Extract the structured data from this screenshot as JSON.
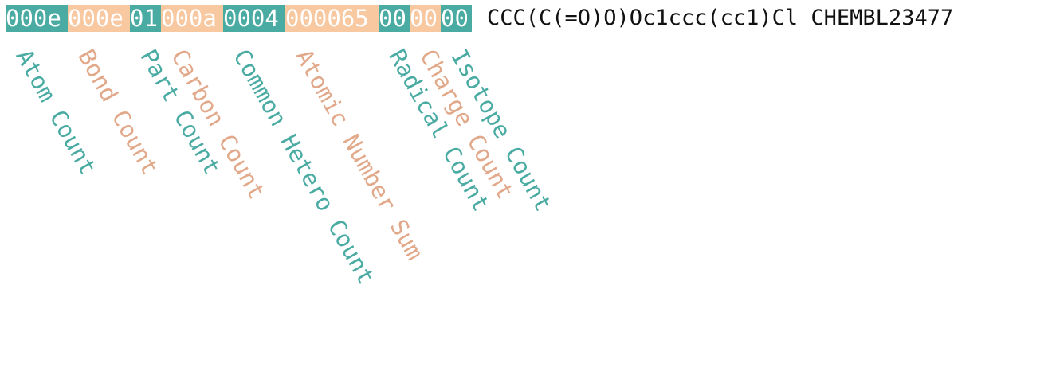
{
  "colors": {
    "teal": "#4aaba3",
    "peach": "#f8c8a0",
    "teal_text": "#4aaba3",
    "peach_text": "#e2a88a"
  },
  "segments": [
    {
      "text": "000e",
      "color": "teal"
    },
    {
      "text": "000e",
      "color": "peach"
    },
    {
      "text": "01",
      "color": "teal"
    },
    {
      "text": "000a",
      "color": "peach"
    },
    {
      "text": "0004",
      "color": "teal"
    },
    {
      "text": "000065",
      "color": "peach"
    },
    {
      "text": "00",
      "color": "teal"
    },
    {
      "text": "00",
      "color": "peach"
    },
    {
      "text": "00",
      "color": "teal"
    }
  ],
  "smiles": "CCC(C(=O)O)Oc1ccc(cc1)Cl",
  "chembl_id": "CHEMBL23477",
  "labels": [
    {
      "text": "Atom Count",
      "color": "teal_text"
    },
    {
      "text": "Bond Count",
      "color": "peach_text"
    },
    {
      "text": "Part Count",
      "color": "teal_text"
    },
    {
      "text": "Carbon Count",
      "color": "peach_text"
    },
    {
      "text": "Common Hetero Count",
      "color": "teal_text"
    },
    {
      "text": "Atomic Number Sum",
      "color": "peach_text"
    },
    {
      "text": "Radical Count",
      "color": "teal_text"
    },
    {
      "text": "Charge Count",
      "color": "peach_text"
    },
    {
      "text": "Isotope Count",
      "color": "teal_text"
    }
  ]
}
